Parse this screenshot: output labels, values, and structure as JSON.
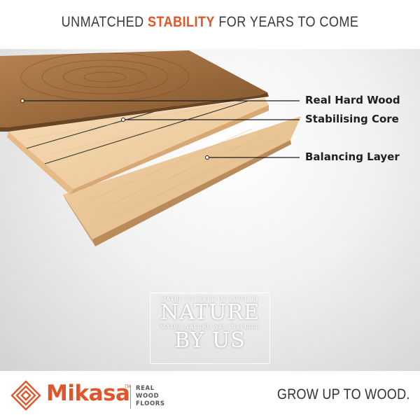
{
  "headline": {
    "prefix": "UNMATCHED ",
    "highlight": "STABILITY",
    "suffix": " FOR YEARS TO COME"
  },
  "layers": {
    "top": "Real Hard Wood",
    "core": "Stabilising Core",
    "bottom": "Balancing Layer"
  },
  "stamp": {
    "line1": "MAYBE WE WERE INSPIRED BY",
    "line2": "NATURE",
    "line3": "MAYBE NATURE WAS INSPIRED",
    "line4": "BY US"
  },
  "footer": {
    "brand": "Mikasa",
    "trademark": "TM",
    "sub1": "REAL",
    "sub2": "WOOD",
    "sub3": "FLOORS",
    "tagline": "GROW UP TO WOOD."
  },
  "colors": {
    "accent": "#e0562a",
    "text": "#1e1e1e"
  }
}
